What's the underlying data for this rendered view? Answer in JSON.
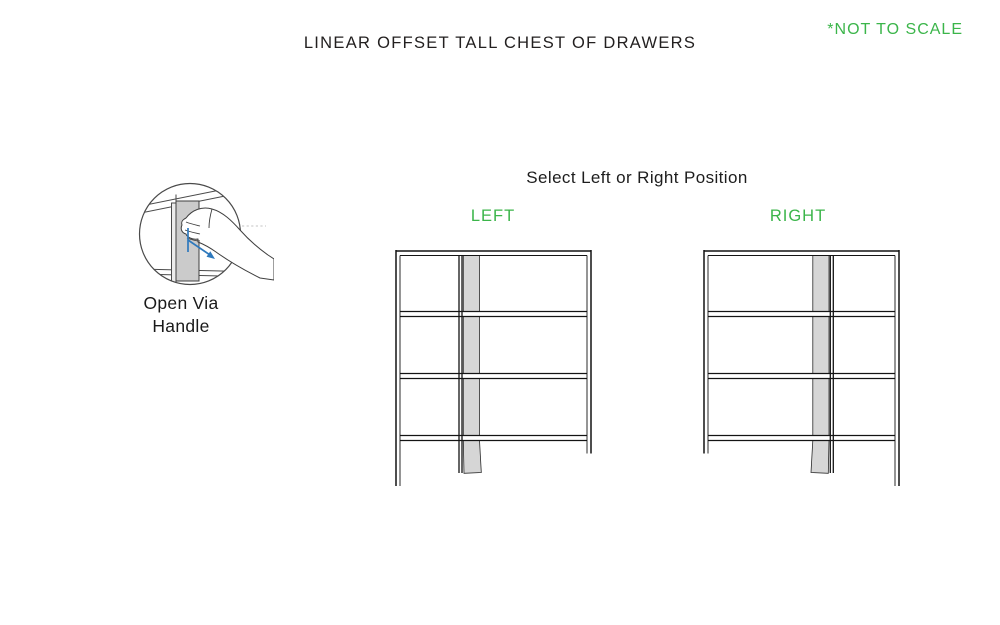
{
  "header": {
    "title": "LINEAR OFFSET TALL CHEST OF DRAWERS",
    "scale_note": "*NOT TO SCALE"
  },
  "handle_detail": {
    "icon": "hand-opening-drawer-illustration",
    "arrow_icon": "open-direction-arrow",
    "caption": [
      "Open Via",
      "Handle"
    ]
  },
  "position_selector": {
    "heading": "Select Left or Right Position",
    "options": [
      {
        "label": "LEFT",
        "handle_position": "left-of-center"
      },
      {
        "label": "RIGHT",
        "handle_position": "right-of-center"
      }
    ],
    "drawer_rows_visible": 4
  },
  "colors": {
    "accent_green": "#3bb54a",
    "line_black": "#141414",
    "handle_gray": "#d6d6d6",
    "arrow_blue": "#2e79bd"
  }
}
